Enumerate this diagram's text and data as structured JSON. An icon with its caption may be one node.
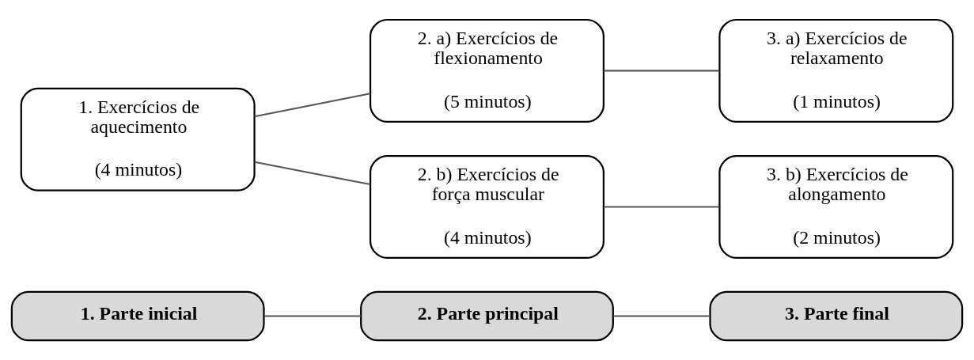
{
  "diagram": {
    "nodes": [
      {
        "text": [
          "1. Parte inicial"
        ]
      },
      {
        "text": [
          "2. Parte principal"
        ]
      },
      {
        "text": [
          "3. Parte final"
        ]
      },
      {
        "text": [
          "1. Exercícios de aquecimento",
          "(4 minutos)"
        ]
      },
      {
        "text": [
          "2. a) Exercícios de flexionamento",
          "(5 minutos)"
        ]
      },
      {
        "text": [
          "3. a) Exercícios de relaxamento",
          "(1 minutos)"
        ]
      },
      {
        "text": [
          "2. b) Exercícios de força muscular",
          "(4 minutos)"
        ]
      },
      {
        "text": [
          "3. b) Exercícios de alongamento",
          "(2 minutos)"
        ]
      }
    ],
    "edges": [
      {
        "from": 0,
        "to": 1,
        "arrow": "none"
      },
      {
        "from": 1,
        "to": 2,
        "arrow": "none"
      },
      {
        "from": 3,
        "to": 4,
        "arrow": "none"
      },
      {
        "from": 3,
        "to": 6,
        "arrow": "none"
      },
      {
        "from": 4,
        "to": 5,
        "arrow": "none"
      },
      {
        "from": 6,
        "to": 7,
        "arrow": "none"
      }
    ]
  }
}
